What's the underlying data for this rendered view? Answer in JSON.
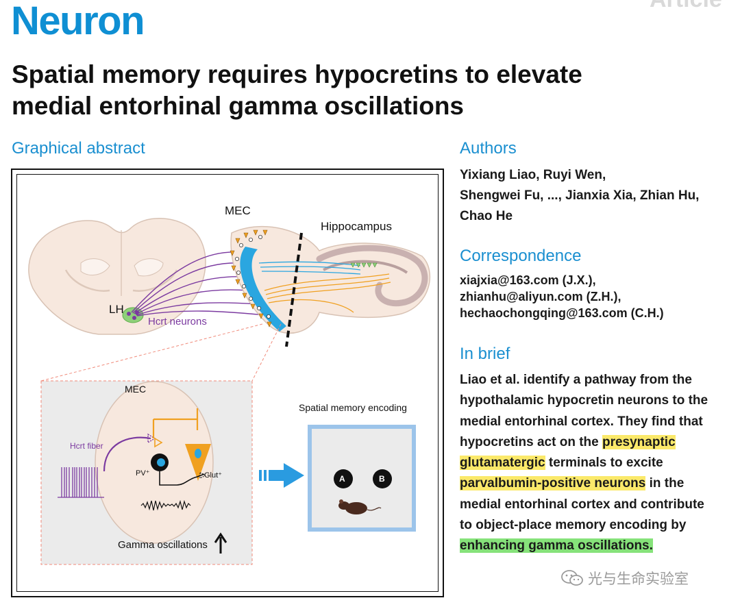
{
  "header": {
    "journal": "Neuron",
    "article_tag": "Article",
    "title_line1": "Spatial memory requires hypocretins to elevate",
    "title_line2": "medial entorhinal gamma oscillations"
  },
  "graphical_abstract": {
    "heading": "Graphical abstract",
    "labels": {
      "mec_top": "MEC",
      "hippocampus": "Hippocampus",
      "lh": "LH",
      "hcrt_neurons": "Hcrt neurons",
      "mec_inset": "MEC",
      "spatial_memory": "Spatial memory encoding",
      "hcrt_fiber": "Hcrt fiber",
      "pv": "PV⁺",
      "glut": "Glut⁺",
      "gamma": "Gamma oscillations",
      "object_a": "A",
      "object_b": "B"
    },
    "colors": {
      "purple": "#7b3aa0",
      "orange": "#f0a020",
      "blue": "#2aa6e0",
      "brain": "#f7e8de",
      "arrow": "#2a9be0",
      "inset_bg": "#ebebeb",
      "arena_border": "#9cc4ea"
    }
  },
  "authors": {
    "heading": "Authors",
    "line1": "Yixiang Liao, Ruyi Wen,",
    "line2": "Shengwei Fu, ..., Jianxia Xia, Zhian Hu,",
    "line3": "Chao He"
  },
  "correspondence": {
    "heading": "Correspondence",
    "emails": [
      "xiajxia@163.com (J.X.),",
      "zhianhu@aliyun.com (Z.H.),",
      "hechaochongqing@163.com (C.H.)"
    ]
  },
  "in_brief": {
    "heading": "In brief",
    "l1": "Liao et al. identify a pathway from the",
    "l2": "hypothalamic hypocretin neurons to the",
    "l3": "medial entorhinal cortex. They find that",
    "l4a": "hypocretins act on the ",
    "l4b": "presynaptic",
    "l5a": "glutamatergic",
    "l5b": " terminals to excite",
    "l6a": "parvalbumin-positive neurons",
    "l6b": " in the",
    "l7": "medial entorhinal cortex and contribute",
    "l8": "to object-place memory encoding by",
    "l9": "enhancing gamma oscillations."
  },
  "watermark": {
    "text": "光与生命实验室",
    "icon": "wechat-icon"
  }
}
